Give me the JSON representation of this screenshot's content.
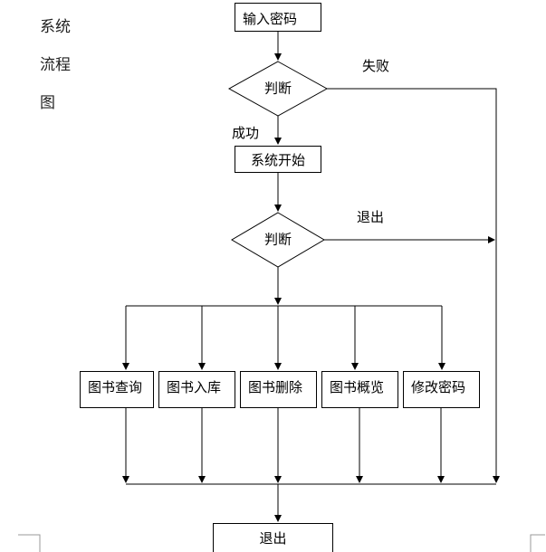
{
  "side_title": [
    "系统",
    "流程",
    "图"
  ],
  "flow": {
    "input_password": "输入密码",
    "judge_1": "判断",
    "fail_label": "失败",
    "success_label": "成功",
    "system_start": "系统开始",
    "judge_2": "判断",
    "exit_label": "退出",
    "modules": [
      "图书查询",
      "图书入库",
      "图书删除",
      "图书概览",
      "修改密码"
    ],
    "final_exit": "退出"
  }
}
